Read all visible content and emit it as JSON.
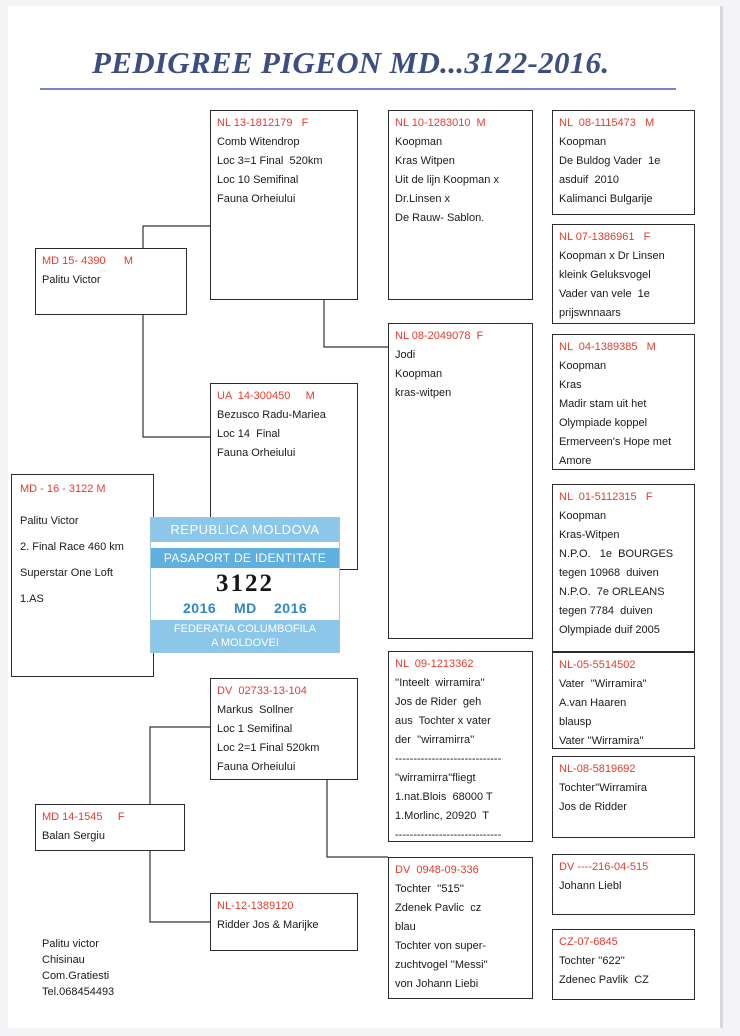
{
  "title": "PEDIGREE PIGEON MD...3122-2016.",
  "main": {
    "head": "MD - 16 - 3122 M",
    "lines": [
      "Palitu Victor",
      "2. Final Race 460 km",
      "Superstar One Loft",
      "1.AS"
    ]
  },
  "sire": {
    "head": "MD 15- 4390      M",
    "lines": [
      "Palitu Victor"
    ]
  },
  "dam": {
    "head": "MD 14-1545     F",
    "lines": [
      "Balan Sergiu"
    ]
  },
  "ss": {
    "head": "NL 13-1812179   F",
    "lines": [
      "Comb Witendrop",
      "Loc 3=1 Final  520km",
      "Loc 10 Semifinal",
      "Fauna Orheiului"
    ]
  },
  "sd": {
    "head": "UA  14-300450     M",
    "lines": [
      "Bezusco Radu-Mariea",
      "Loc 14  Final",
      "Fauna Orheiului"
    ]
  },
  "ds": {
    "head": "DV  02733-13-104",
    "lines": [
      "Markus  Sollner",
      "Loc 1 Semifinal",
      "Loc 2=1 Final 520km",
      "Fauna Orheiului"
    ]
  },
  "dd": {
    "head": "NL-12-1389120",
    "lines": [
      "Ridder Jos & Marijke"
    ]
  },
  "sss": {
    "head": "NL 10-1283010  M",
    "lines": [
      "Koopman",
      "Kras Witpen",
      "Uit de lijn Koopman x",
      "Dr.Linsen x",
      "De Rauw- Sablon."
    ]
  },
  "ssd": {
    "head": "NL 08-2049078  F",
    "lines": [
      "Jodi",
      "Koopman",
      "kras-witpen"
    ]
  },
  "dss": {
    "head": "NL  09-1213362",
    "lines": [
      "''Inteelt  wirramira''",
      "Jos de Rider  geh",
      "aus  Tochter x vater",
      "der  ''wirramirra''",
      "-----------------------------",
      "''wirramirra''fliegt",
      "1.nat.Blois  68000 T",
      "1.Morlinc, 20920  T",
      "-----------------------------"
    ]
  },
  "dsd": {
    "head": "DV  0948-09-336",
    "lines": [
      "Tochter  ''515''",
      "Zdenek Pavlic  cz",
      "blau",
      "Tochter von super-",
      "zuchtvogel ''Messi''",
      "von Johann Liebi"
    ]
  },
  "g4": [
    {
      "head": "NL  08-1115473   M",
      "lines": [
        "Koopman",
        "De Buldog Vader  1e",
        "asduif  2010",
        "Kalimanci Bulgarije"
      ]
    },
    {
      "head": "NL 07-1386961   F",
      "lines": [
        "Koopman x Dr Linsen",
        "kleink Geluksvogel",
        "Vader van vele  1e",
        "prijswnnaars"
      ]
    },
    {
      "head": "NL  04-1389385   M",
      "lines": [
        "Koopman",
        "Kras",
        "Madir stam uit het",
        "Olympiade koppel",
        "Ermerveen's Hope met",
        "Amore"
      ]
    },
    {
      "head": "NL  01-5112315   F",
      "lines": [
        "Koopman",
        "Kras-Witpen",
        "N.P.O.   1e  BOURGES",
        "tegen 10968  duiven",
        "N.P.O.  7e ORLEANS",
        "tegen 7784  duiven",
        "Olympiade duif 2005"
      ]
    },
    {
      "head": "NL-05-5514502",
      "lines": [
        "Vater  ''Wirramira''",
        "A.van Haaren",
        "blausp",
        "Vater ''Wirramira''"
      ]
    },
    {
      "head": "NL-08-5819692",
      "lines": [
        "Tochter''Wirramira",
        "Jos de Ridder"
      ]
    },
    {
      "head": "DV ----216-04-515",
      "lines": [
        "Johann Liebl"
      ]
    },
    {
      "head": "CZ-07-6845",
      "lines": [
        "Tochter ''622''",
        "Zdenec Pavlik  CZ"
      ]
    }
  ],
  "stamp": {
    "country": "REPUBLICA MOLDOVA",
    "doc": "PASAPORT DE IDENTITATE",
    "number": "3122",
    "year_left": "2016",
    "country_code": "MD",
    "year_right": "2016",
    "federation_1": "FEDERATIA COLUMBOFILA",
    "federation_2": "A MOLDOVEI"
  },
  "contact": [
    "Palitu victor",
    "Chisinau",
    "Com.Gratiesti",
    "Tel.068454493"
  ],
  "colors": {
    "title": "#3d4f82",
    "ring_number": "#e63b2e",
    "stamp_blue": "#8cc6e8"
  }
}
